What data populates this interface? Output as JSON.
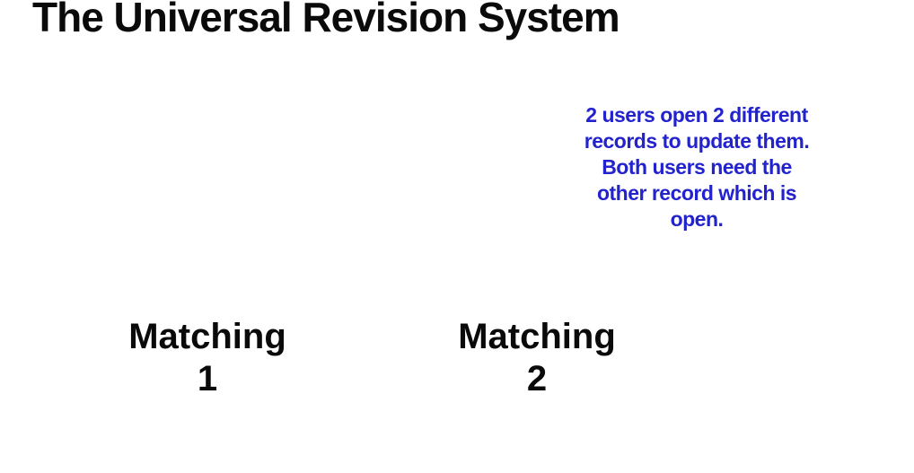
{
  "slide": {
    "title": "The Universal Revision System",
    "annotation": {
      "lines": [
        "2 users open 2 different",
        "records to update them.",
        "Both users need the",
        "other record which is",
        "open."
      ]
    },
    "matching_labels": [
      {
        "label": "Matching",
        "number": "1"
      },
      {
        "label": "Matching",
        "number": "2"
      }
    ],
    "colors": {
      "background": "#ffffff",
      "title_text": "#0a0a0a",
      "annotation_text": "#2323cd"
    }
  }
}
